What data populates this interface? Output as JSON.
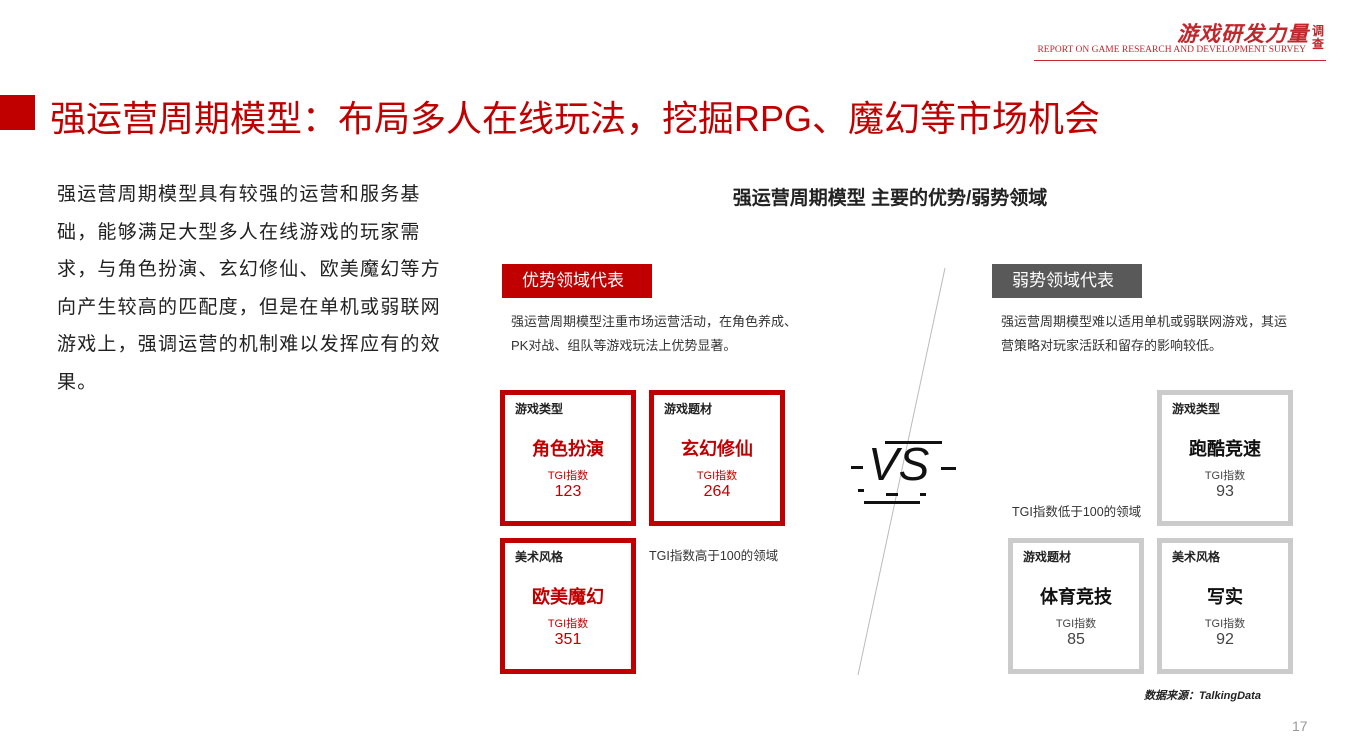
{
  "header": {
    "logo_cn": "游戏研发力量",
    "logo_cn_suffix": "调查",
    "logo_en": "REPORT ON GAME RESEARCH AND DEVELOPMENT SURVEY"
  },
  "title": "强运营周期模型：布局多人在线玩法，挖掘RPG、魔幻等市场机会",
  "paragraph": "强运营周期模型具有较强的运营和服务基础，能够满足大型多人在线游戏的玩家需求，与角色扮演、玄幻修仙、欧美魔幻等方向产生较高的匹配度，但是在单机或弱联网游戏上，强调运营的机制难以发挥应有的效果。",
  "chart_title": "强运营周期模型 主要的优势/弱势领域",
  "strong": {
    "tag": "优势领域代表",
    "desc": "强运营周期模型注重市场运营活动，在角色养成、PK对战、组队等游戏玩法上优势显著。",
    "note": "TGI指数高于100的领域",
    "boxes": [
      {
        "cat": "游戏类型",
        "name": "角色扮演",
        "tgi_label": "TGI指数",
        "value": "123"
      },
      {
        "cat": "游戏题材",
        "name": "玄幻修仙",
        "tgi_label": "TGI指数",
        "value": "264"
      },
      {
        "cat": "美术风格",
        "name": "欧美魔幻",
        "tgi_label": "TGI指数",
        "value": "351"
      }
    ]
  },
  "weak": {
    "tag": "弱势领域代表",
    "desc": "强运营周期模型难以适用单机或弱联网游戏，其运营策略对玩家活跃和留存的影响较低。",
    "note": "TGI指数低于100的领域",
    "boxes": [
      {
        "cat": "游戏类型",
        "name": "跑酷竞速",
        "tgi_label": "TGI指数",
        "value": "93"
      },
      {
        "cat": "游戏题材",
        "name": "体育竞技",
        "tgi_label": "TGI指数",
        "value": "85"
      },
      {
        "cat": "美术风格",
        "name": "写实",
        "tgi_label": "TGI指数",
        "value": "92"
      }
    ]
  },
  "vs": "VS",
  "source": "数据来源：TalkingData",
  "page_number": "17"
}
